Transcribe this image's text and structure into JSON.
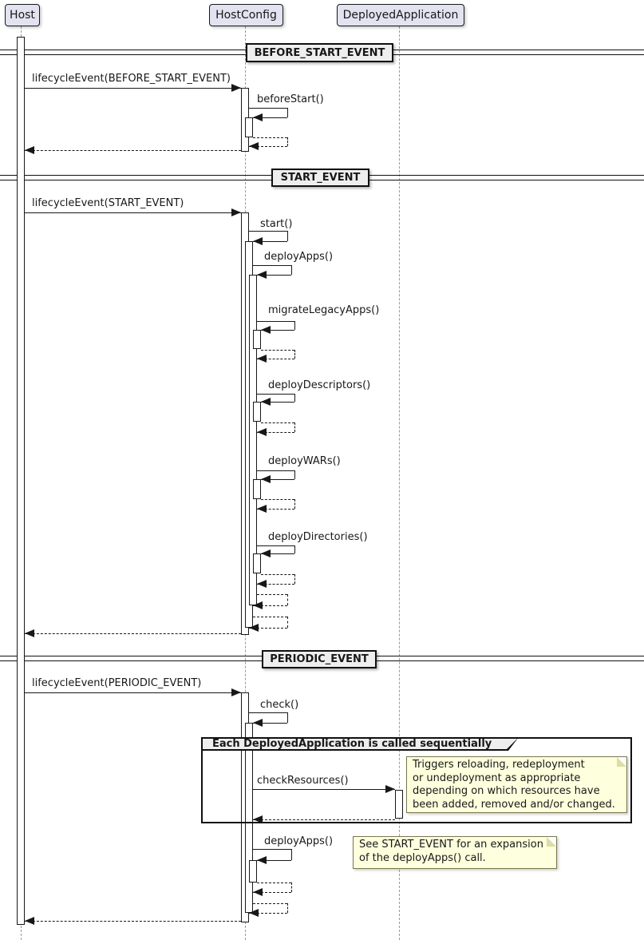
{
  "participants": [
    {
      "name": "Host"
    },
    {
      "name": "HostConfig"
    },
    {
      "name": "DeployedApplication"
    }
  ],
  "dividers": [
    {
      "label": "BEFORE_START_EVENT"
    },
    {
      "label": "START_EVENT"
    },
    {
      "label": "PERIODIC_EVENT"
    }
  ],
  "messages": {
    "lifecycle_before_start": "lifecycleEvent(BEFORE_START_EVENT)",
    "before_start": "beforeStart()",
    "lifecycle_start": "lifecycleEvent(START_EVENT)",
    "start": "start()",
    "deploy_apps": "deployApps()",
    "migrate_legacy_apps": "migrateLegacyApps()",
    "deploy_descriptors": "deployDescriptors()",
    "deploy_wars": "deployWARs()",
    "deploy_directories": "deployDirectories()",
    "lifecycle_periodic": "lifecycleEvent(PERIODIC_EVENT)",
    "check": "check()",
    "check_resources": "checkResources()",
    "deploy_apps_periodic": "deployApps()"
  },
  "group": {
    "title": "Each DeployedApplication is called sequentially"
  },
  "notes": {
    "check_resources_note": "Triggers reloading, redeployment\nor undeployment as appropriate\ndepending on which resources have\nbeen added, removed and/or changed.",
    "deploy_apps_note": "See START_EVENT for an expansion\nof the deployApps() call."
  },
  "colors": {
    "participant_fill": "#E2E2F0",
    "divider_fill": "#EEEEEE",
    "note_fill": "#FEFFDD",
    "line": "#181818"
  }
}
